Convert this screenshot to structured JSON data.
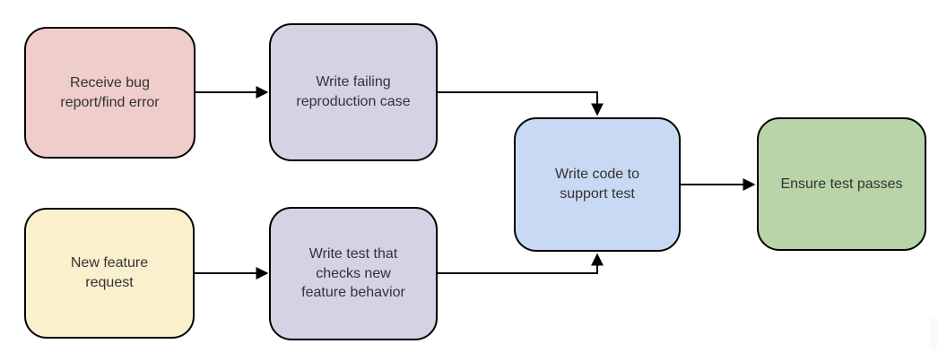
{
  "diagram": {
    "type": "flowchart",
    "text_color": "#333333",
    "stroke_color": "#000000",
    "background": "#ffffff",
    "nodes": [
      {
        "id": "receive-bug-report",
        "label": "Receive bug\nreport/find error",
        "fill": "#eecdca"
      },
      {
        "id": "write-failing-repro",
        "label": "Write failing\nreproduction case",
        "fill": "#d6d2e4"
      },
      {
        "id": "new-feature-request",
        "label": "New feature\nrequest",
        "fill": "#faf0cd"
      },
      {
        "id": "write-test-checks",
        "label": "Write test that\nchecks new\nfeature behavior",
        "fill": "#d6d2e4"
      },
      {
        "id": "write-code-support",
        "label": "Write code to\nsupport test",
        "fill": "#c9d9f3"
      },
      {
        "id": "ensure-test-passes",
        "label": "Ensure test passes",
        "fill": "#b8d4a8"
      }
    ],
    "edges": [
      {
        "from": "receive-bug-report",
        "to": "write-failing-repro"
      },
      {
        "from": "new-feature-request",
        "to": "write-test-checks"
      },
      {
        "from": "write-failing-repro",
        "to": "write-code-support"
      },
      {
        "from": "write-test-checks",
        "to": "write-code-support"
      },
      {
        "from": "write-code-support",
        "to": "ensure-test-passes"
      }
    ]
  }
}
